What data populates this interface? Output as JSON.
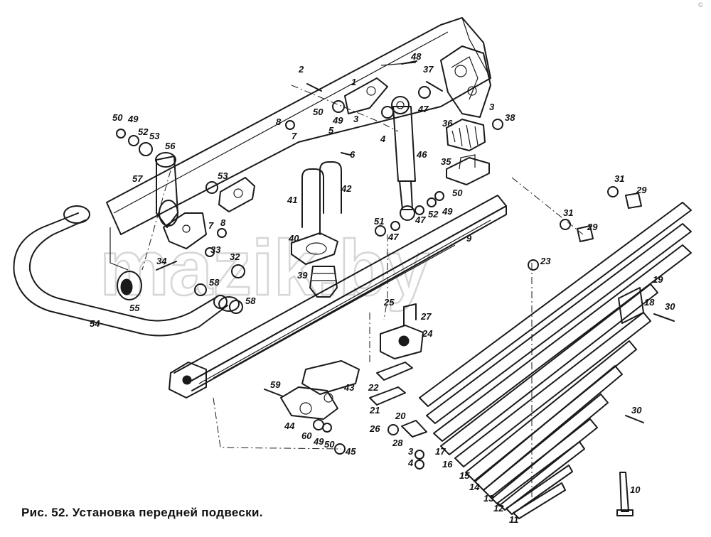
{
  "figure": {
    "caption": "Рис. 52. Установка передней подвески.",
    "watermark": "mazik.by",
    "corner_mark": "©"
  },
  "callouts": [
    {
      "id": "c1",
      "text": "1"
    },
    {
      "id": "c2",
      "text": "2"
    },
    {
      "id": "c3a",
      "text": "3"
    },
    {
      "id": "c3b",
      "text": "3"
    },
    {
      "id": "c3c",
      "text": "3"
    },
    {
      "id": "c4a",
      "text": "4"
    },
    {
      "id": "c4b",
      "text": "4"
    },
    {
      "id": "c5",
      "text": "5"
    },
    {
      "id": "c6",
      "text": "6"
    },
    {
      "id": "c7a",
      "text": "7"
    },
    {
      "id": "c7b",
      "text": "7"
    },
    {
      "id": "c8a",
      "text": "8"
    },
    {
      "id": "c8b",
      "text": "8"
    },
    {
      "id": "c9",
      "text": "9"
    },
    {
      "id": "c10",
      "text": "10"
    },
    {
      "id": "c11",
      "text": "11"
    },
    {
      "id": "c12",
      "text": "12"
    },
    {
      "id": "c13",
      "text": "13"
    },
    {
      "id": "c14",
      "text": "14"
    },
    {
      "id": "c15",
      "text": "15"
    },
    {
      "id": "c16",
      "text": "16"
    },
    {
      "id": "c17",
      "text": "17"
    },
    {
      "id": "c18",
      "text": "18"
    },
    {
      "id": "c19",
      "text": "19"
    },
    {
      "id": "c20",
      "text": "20"
    },
    {
      "id": "c21",
      "text": "21"
    },
    {
      "id": "c22",
      "text": "22"
    },
    {
      "id": "c23",
      "text": "23"
    },
    {
      "id": "c24",
      "text": "24"
    },
    {
      "id": "c25",
      "text": "25"
    },
    {
      "id": "c26",
      "text": "26"
    },
    {
      "id": "c27",
      "text": "27"
    },
    {
      "id": "c28",
      "text": "28"
    },
    {
      "id": "c29a",
      "text": "29"
    },
    {
      "id": "c29b",
      "text": "29"
    },
    {
      "id": "c30a",
      "text": "30"
    },
    {
      "id": "c30b",
      "text": "30"
    },
    {
      "id": "c31a",
      "text": "31"
    },
    {
      "id": "c31b",
      "text": "31"
    },
    {
      "id": "c32",
      "text": "32"
    },
    {
      "id": "c33",
      "text": "33"
    },
    {
      "id": "c34",
      "text": "34"
    },
    {
      "id": "c35",
      "text": "35"
    },
    {
      "id": "c36",
      "text": "36"
    },
    {
      "id": "c37",
      "text": "37"
    },
    {
      "id": "c38",
      "text": "38"
    },
    {
      "id": "c39",
      "text": "39"
    },
    {
      "id": "c40",
      "text": "40"
    },
    {
      "id": "c41",
      "text": "41"
    },
    {
      "id": "c42",
      "text": "42"
    },
    {
      "id": "c43",
      "text": "43"
    },
    {
      "id": "c44",
      "text": "44"
    },
    {
      "id": "c45",
      "text": "45"
    },
    {
      "id": "c46",
      "text": "46"
    },
    {
      "id": "c47a",
      "text": "47"
    },
    {
      "id": "c47b",
      "text": "47"
    },
    {
      "id": "c47c",
      "text": "47"
    },
    {
      "id": "c48",
      "text": "48"
    },
    {
      "id": "c49a",
      "text": "49"
    },
    {
      "id": "c49b",
      "text": "49"
    },
    {
      "id": "c49c",
      "text": "49"
    },
    {
      "id": "c49d",
      "text": "49"
    },
    {
      "id": "c50a",
      "text": "50"
    },
    {
      "id": "c50b",
      "text": "50"
    },
    {
      "id": "c50c",
      "text": "50"
    },
    {
      "id": "c50d",
      "text": "50"
    },
    {
      "id": "c51",
      "text": "51"
    },
    {
      "id": "c52a",
      "text": "52"
    },
    {
      "id": "c52b",
      "text": "52"
    },
    {
      "id": "c53a",
      "text": "53"
    },
    {
      "id": "c53b",
      "text": "53"
    },
    {
      "id": "c54",
      "text": "54"
    },
    {
      "id": "c55",
      "text": "55"
    },
    {
      "id": "c56",
      "text": "56"
    },
    {
      "id": "c57",
      "text": "57"
    },
    {
      "id": "c58a",
      "text": "58"
    },
    {
      "id": "c58b",
      "text": "58"
    },
    {
      "id": "c59",
      "text": "59"
    },
    {
      "id": "c60",
      "text": "60"
    }
  ]
}
